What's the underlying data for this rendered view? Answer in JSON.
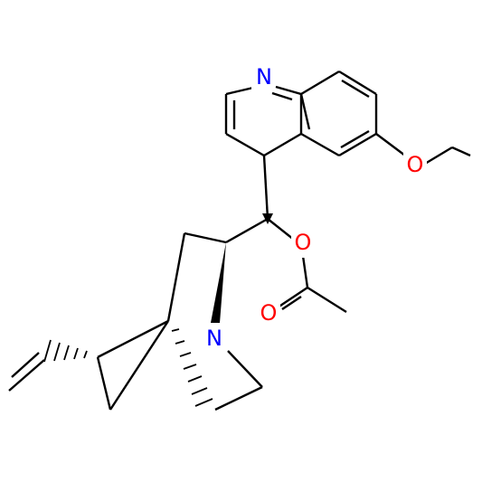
{
  "atoms": [
    {
      "id": "n_quinoline",
      "symbol": "N",
      "color": "#0000ff"
    },
    {
      "id": "o_methoxy",
      "symbol": "O",
      "color": "#ff0000"
    },
    {
      "id": "o_ester",
      "symbol": "O",
      "color": "#ff0000"
    },
    {
      "id": "o_carbonyl",
      "symbol": "O",
      "color": "#ff0000"
    },
    {
      "id": "n_quinuclidine",
      "symbol": "N",
      "color": "#0000ff"
    }
  ],
  "colors": {
    "bond": "#000000",
    "nitrogen": "#0000ff",
    "oxygen": "#ff0000",
    "background": "#ffffff"
  }
}
